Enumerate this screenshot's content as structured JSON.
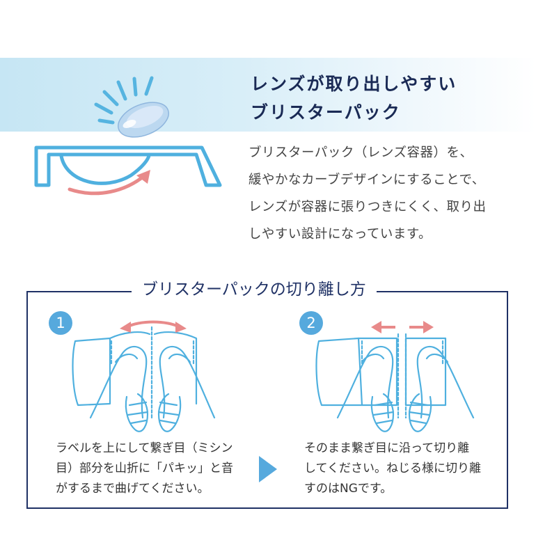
{
  "headline": {
    "line1": "レンズが取り出しやすい",
    "line2": "ブリスターパック"
  },
  "description": [
    "ブリスターパック（レンズ容器）を、",
    "緩やかなカーブデザインにすることで、",
    "レンズが容器に張りつきにくく、取り出",
    "しやすい設計になっています。"
  ],
  "section": {
    "title": "ブリスターパックの切り離し方",
    "steps": [
      {
        "number": "1",
        "lines": [
          "ラベルを上にして繋ぎ目（ミシン",
          "目）部分を山折に「パキッ」と音",
          "がするまで曲げてください。"
        ]
      },
      {
        "number": "2",
        "lines": [
          "そのまま繋ぎ目に沿って切り離",
          "してください。ねじる様に切り離",
          "すのはNGです。"
        ]
      }
    ]
  },
  "colors": {
    "accent_blue": "#56a9dd",
    "navy": "#1f3165",
    "arrow_pink": "#e88a8a",
    "banner": "#c6e6f4"
  },
  "icons": [
    "contact-lens-icon",
    "blister-pack-icon",
    "curve-arrow-icon",
    "hands-bending-icon",
    "hands-separating-icon",
    "next-step-triangle-icon"
  ]
}
